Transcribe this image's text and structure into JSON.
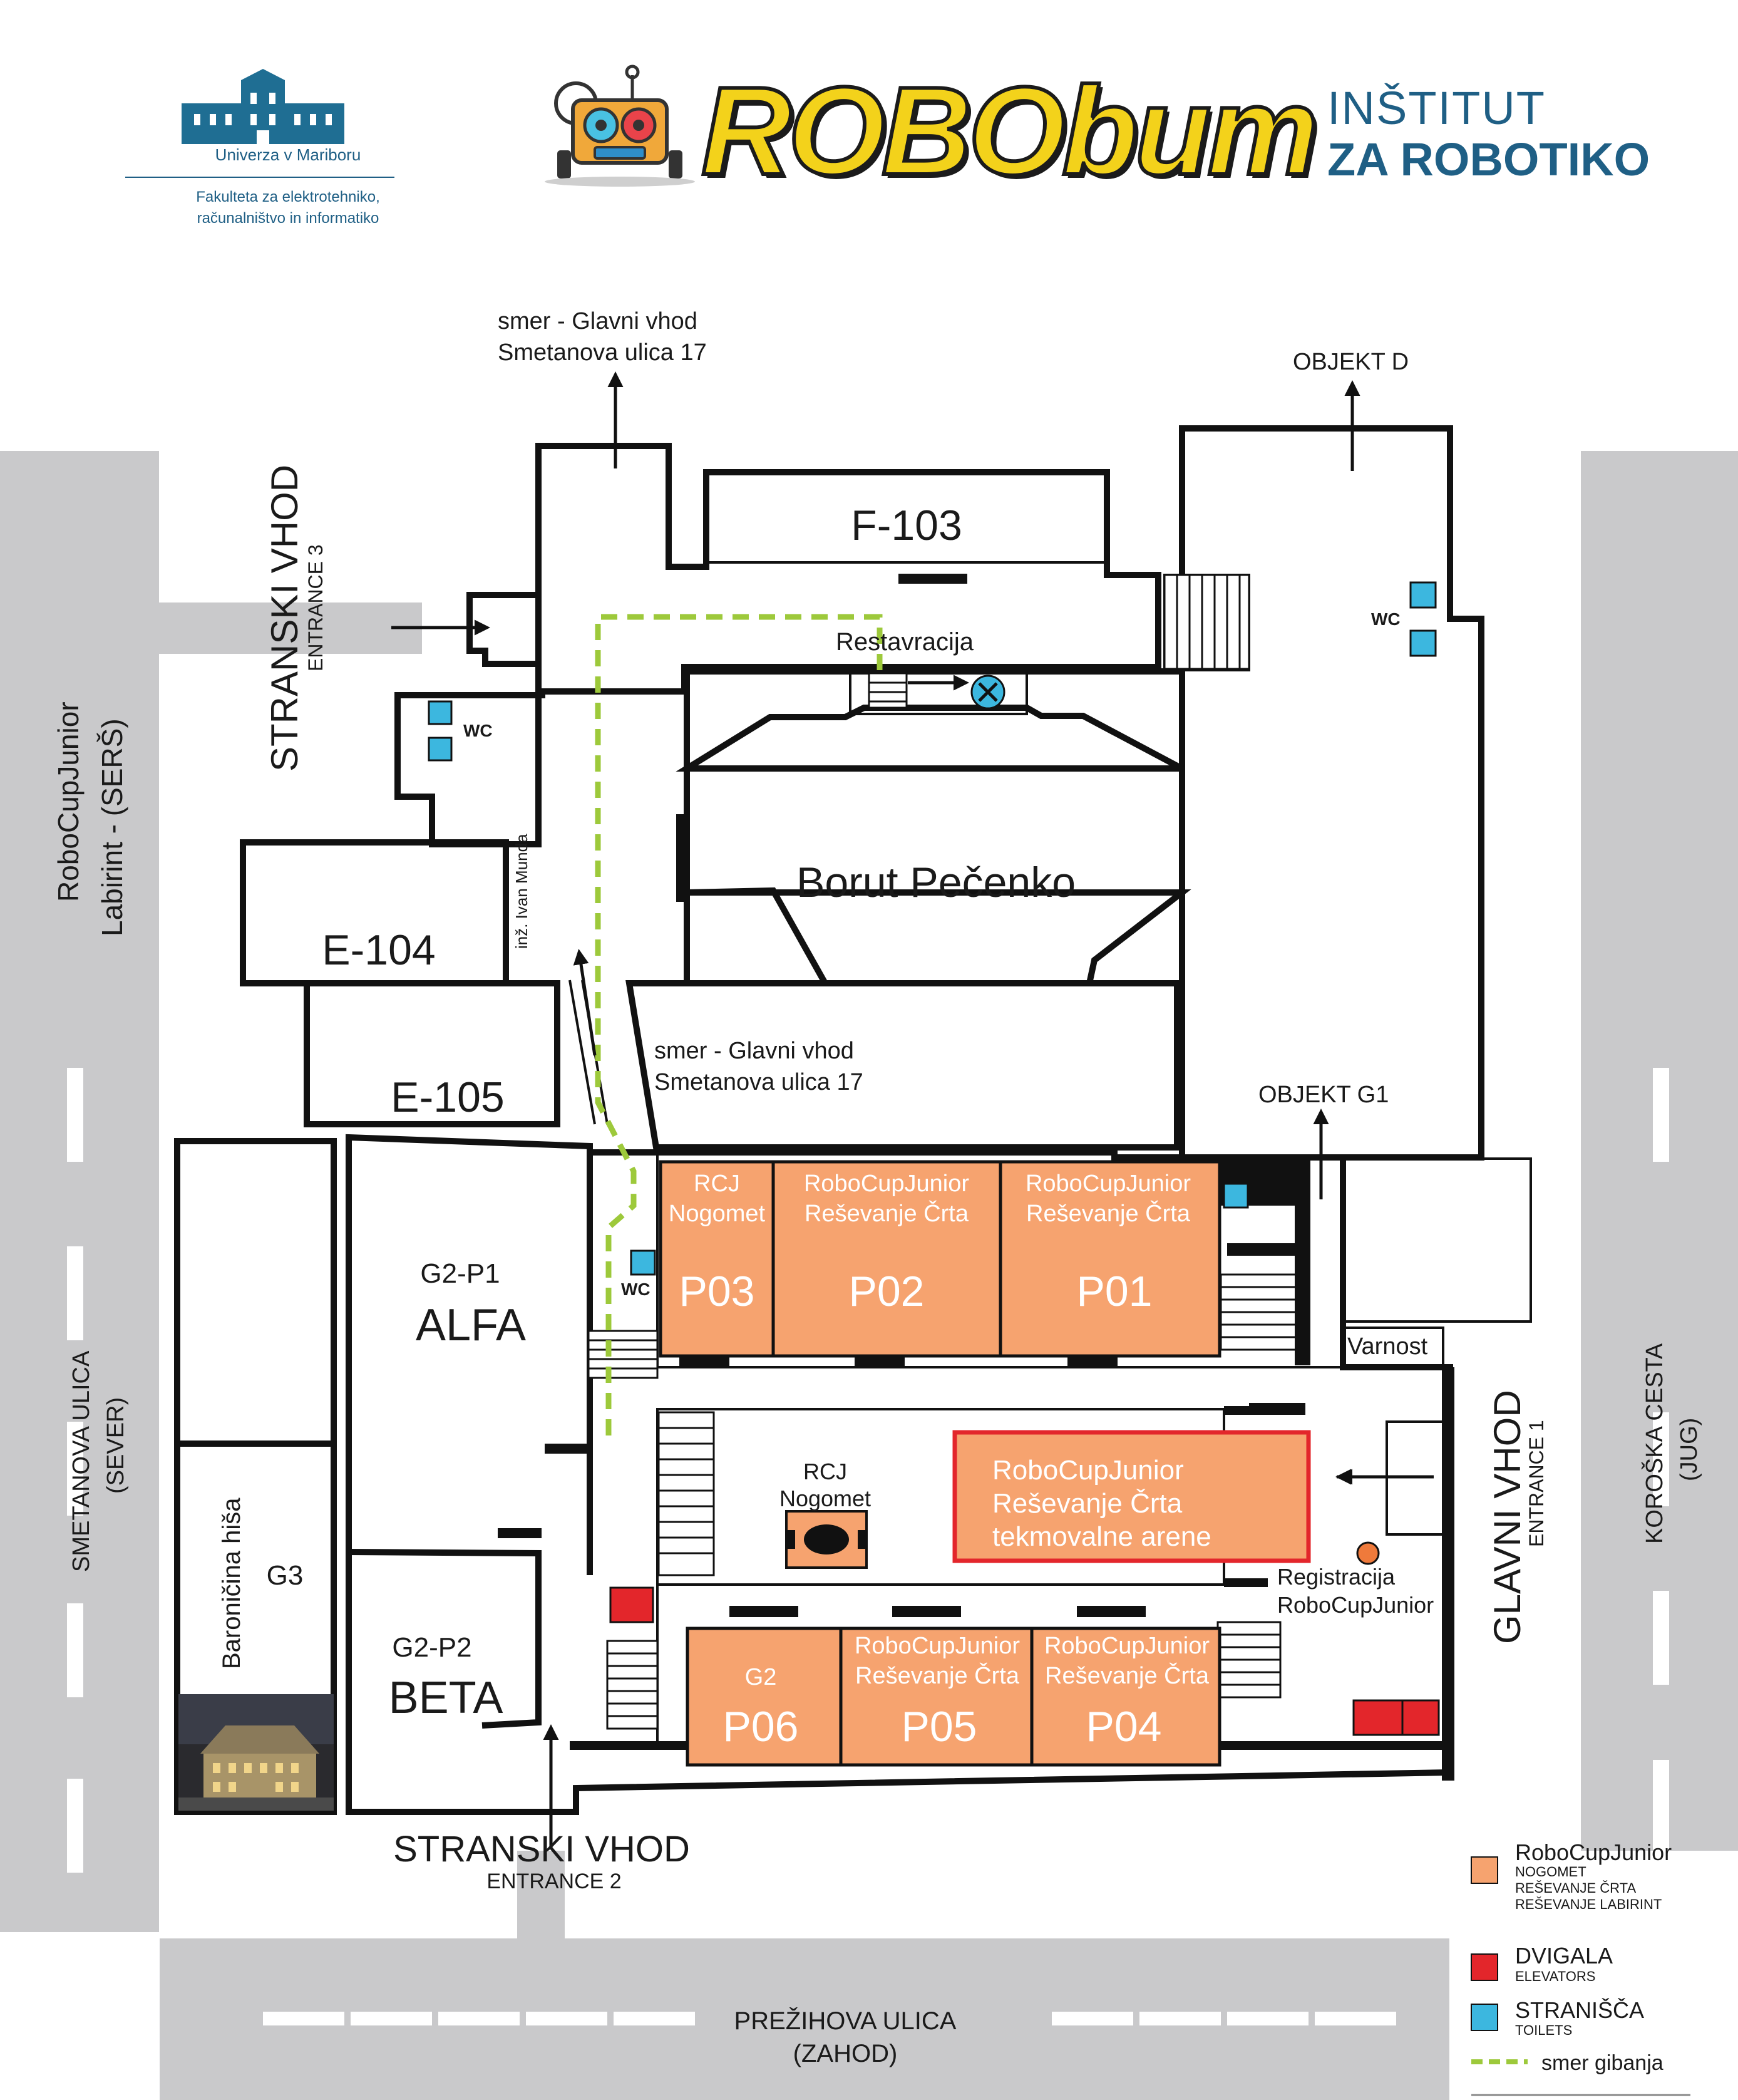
{
  "header": {
    "university_name": "Univerza v Mariboru",
    "faculty_line1": "Fakulteta za elektrotehniko,",
    "faculty_line2": "računalništvo in informatiko",
    "event_title": "ROBObum",
    "institute_line1": "INŠTITUT",
    "institute_line2": "ZA ROBOTIKO"
  },
  "streets": {
    "west_line1": "RoboCupJunior",
    "west_line2": "Labirint - (SERŠ)",
    "west2_line1": "SMETANOVA ULICA",
    "west2_line2": "(SEVER)",
    "east_line1": "KOROŠKA CESTA",
    "east_line2": "(JUG)",
    "south_line1": "PREŽIHOVA ULICA",
    "south_line2": "(ZAHOD)"
  },
  "entrances": {
    "side3_title": "STRANSKI VHOD",
    "side3_sub": "ENTRANCE 3",
    "main_title": "GLAVNI VHOD",
    "main_sub": "ENTRANCE 1",
    "side2_title": "STRANSKI VHOD",
    "side2_sub": "ENTRANCE 2"
  },
  "directions": {
    "north_line1": "smer - Glavni vhod",
    "north_line2": "Smetanova ulica 17",
    "mid_line1": "smer - Glavni vhod",
    "mid_line2": "Smetanova ulica 17",
    "objekt_d": "OBJEKT D",
    "objekt_g1": "OBJEKT G1"
  },
  "rooms": {
    "f103": "F-103",
    "restavracija": "Restavracija",
    "borut": "Borut Pečenko",
    "e104": "E-104",
    "e105": "E-105",
    "ivan_munda": "inž. Ivan Munda",
    "g2p1": "G2-P1",
    "alfa": "ALFA",
    "g2p2": "G2-P2",
    "beta": "BETA",
    "baronicina": "Baroničina hiša",
    "g3": "G3",
    "varnost": "Varnost",
    "registracija_line1": "Registracija",
    "registracija_line2": "RoboCupJunior",
    "rcj_nogomet_line1": "RCJ",
    "rcj_nogomet_line2": "Nogomet",
    "wc": "WC"
  },
  "competition_rooms": [
    {
      "line1": "RCJ",
      "line2": "Nogomet",
      "code": "P03"
    },
    {
      "line1": "RoboCupJunior",
      "line2": "Reševanje Črta",
      "code": "P02"
    },
    {
      "line1": "RoboCupJunior",
      "line2": "Reševanje Črta",
      "code": "P01"
    },
    {
      "line1": "G2",
      "line2": "",
      "code": "P06"
    },
    {
      "line1": "RoboCupJunior",
      "line2": "Reševanje Črta",
      "code": "P05"
    },
    {
      "line1": "RoboCupJunior",
      "line2": "Reševanje Črta",
      "code": "P04"
    }
  ],
  "arena": {
    "line1": "RoboCupJunior",
    "line2": "Reševanje Črta",
    "line3": "tekmovalne arene"
  },
  "legend": {
    "rcj_title": "RoboCupJunior",
    "rcj_sub1": "NOGOMET",
    "rcj_sub2": "REŠEVANJE ČRTA",
    "rcj_sub3": "REŠEVANJE LABIRINT",
    "elev_title": "DVIGALA",
    "elev_sub": "ELEVATORS",
    "toilet_title": "STRANIŠČA",
    "toilet_sub": "TOILETS",
    "path": "smer gibanja"
  },
  "colors": {
    "orange": "#f6a36f",
    "red": "#e3262b",
    "toilet": "#3cb7df",
    "path": "#9dc93b",
    "street": "#c9c9cb",
    "brand_blue": "#1f5f85",
    "robo_yellow": "#f3d21b"
  }
}
